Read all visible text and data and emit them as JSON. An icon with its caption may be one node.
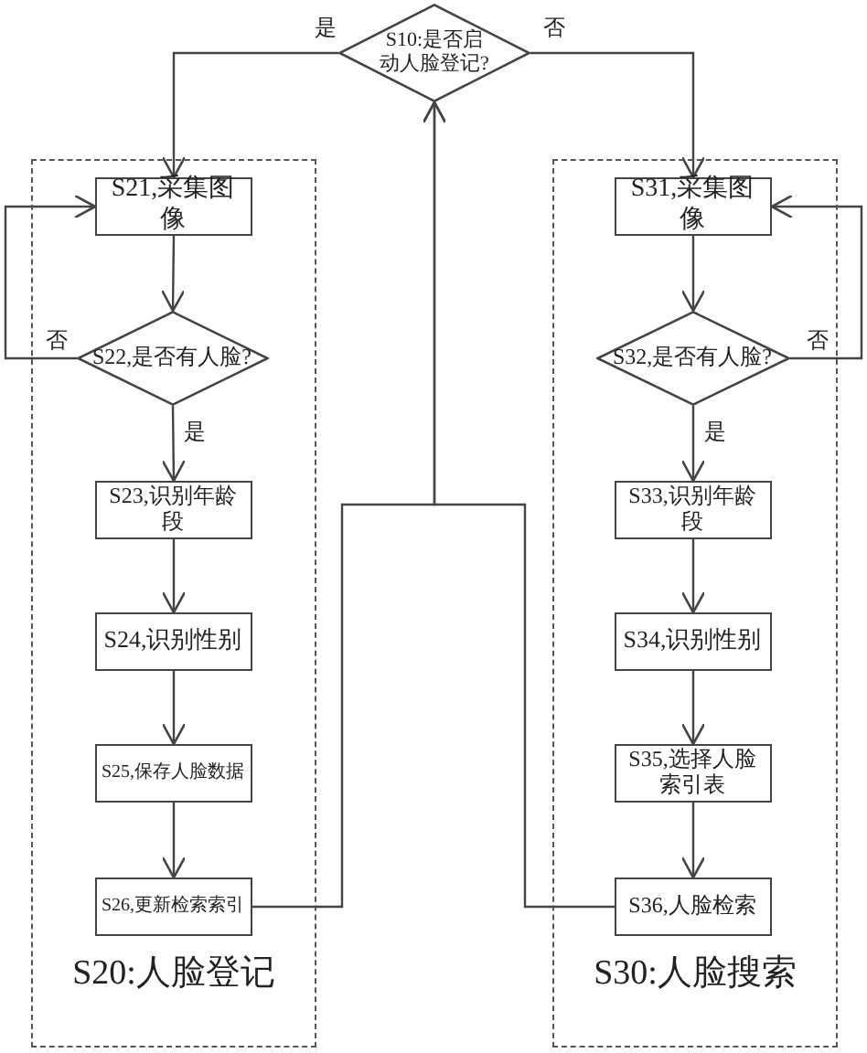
{
  "diagram": {
    "nodes": [
      {
        "text": [
          "S10:是否启动人脸登记?"
        ]
      },
      {
        "text": [
          "S20:人脸登记"
        ]
      },
      {
        "text": [
          "S21,采集图像"
        ],
        "in": 1
      },
      {
        "text": [
          "S22,是否有人脸?"
        ],
        "in": 1
      },
      {
        "text": [
          "S23,识别年龄段"
        ],
        "in": 1
      },
      {
        "text": [
          "S24,识别性别"
        ],
        "in": 1
      },
      {
        "text": [
          "S25,保存人脸数据"
        ],
        "in": 1
      },
      {
        "text": [
          "S26,更新检索索引"
        ],
        "in": 1
      },
      {
        "text": [
          "S30:人脸搜索"
        ]
      },
      {
        "text": [
          "S31,采集图像"
        ],
        "in": 8
      },
      {
        "text": [
          "S32,是否有人脸?"
        ],
        "in": 8
      },
      {
        "text": [
          "S33,识别年龄段"
        ],
        "in": 8
      },
      {
        "text": [
          "S34,识别性别"
        ],
        "in": 8
      },
      {
        "text": [
          "S35,选择人脸索引表"
        ],
        "in": 8
      },
      {
        "text": [
          "S36,人脸检索"
        ],
        "in": 8
      }
    ],
    "edges": [
      {
        "from": 0,
        "to": 2,
        "arrow": "to",
        "label": "是"
      },
      {
        "from": 0,
        "to": 9,
        "arrow": "to",
        "label": "否"
      },
      {
        "from": 2,
        "to": 3,
        "arrow": "to"
      },
      {
        "from": 3,
        "to": 4,
        "arrow": "to",
        "label": "是"
      },
      {
        "from": 3,
        "to": 2,
        "arrow": "to",
        "label": "否"
      },
      {
        "from": 4,
        "to": 5,
        "arrow": "to"
      },
      {
        "from": 5,
        "to": 6,
        "arrow": "to"
      },
      {
        "from": 6,
        "to": 7,
        "arrow": "to"
      },
      {
        "from": 7,
        "to": 0,
        "arrow": "to"
      },
      {
        "from": 14,
        "to": 0,
        "arrow": "to"
      },
      {
        "from": 9,
        "to": 10,
        "arrow": "to"
      },
      {
        "from": 10,
        "to": 11,
        "arrow": "to",
        "label": "是"
      },
      {
        "from": 10,
        "to": 9,
        "arrow": "to",
        "label": "否"
      },
      {
        "from": 11,
        "to": 12,
        "arrow": "to"
      },
      {
        "from": 12,
        "to": 13,
        "arrow": "to"
      },
      {
        "from": 13,
        "to": 14,
        "arrow": "to"
      }
    ]
  }
}
